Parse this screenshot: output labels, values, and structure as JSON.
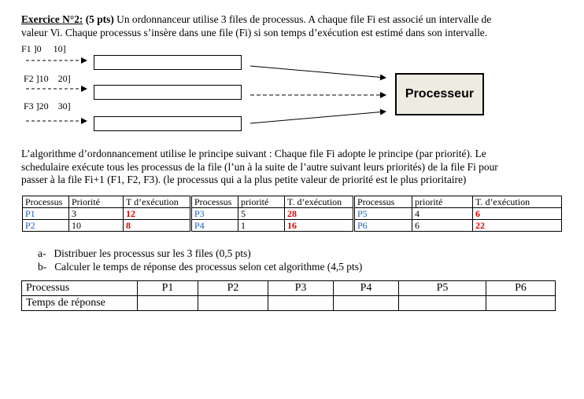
{
  "exercise": {
    "title": "Exercice N°2:",
    "points": "(5 pts)",
    "intro_line1": "Un ordonnanceur  utilise 3 files de processus. A chaque file Fi est associé un intervalle de",
    "intro_line2": "valeur Vi. Chaque  processus s’insère dans une file  (Fi) si son temps d’exécution est estimé dans son intervalle."
  },
  "queues": [
    {
      "label": "F1 ]0     10]"
    },
    {
      "label": "F2 ]10    20]"
    },
    {
      "label": "F3 ]20    30]"
    }
  ],
  "processor_label": "Processeur",
  "algorithm": {
    "line1": "L’algorithme d’ordonnancement utilise le principe suivant : Chaque file Fi adopte le principe (par priorité). Le",
    "line2": "schedulaire exécute tous les processus de la file (l’un à la suite de l’autre suivant leurs priorités) de la file Fi pour",
    "line3": "passer à la file Fi+1 (F1, F2, F3). (le processus qui a la plus petite valeur de priorité est le plus prioritaire)"
  },
  "process_table": {
    "headers": [
      "Processus",
      "Priorité",
      "T d’exécution",
      "Processus",
      "priorité",
      "T. d’exécution",
      "Processus",
      "priorité",
      "T. d’exécution"
    ],
    "rows": [
      [
        "P1",
        "3",
        "12",
        "P3",
        "5",
        "28",
        "P5",
        "4",
        "6"
      ],
      [
        "P2",
        "10",
        "8",
        "P4",
        "1",
        "16",
        "P6",
        "6",
        "22"
      ]
    ]
  },
  "questions": [
    "a-   Distribuer les processus sur les 3 files (0,5 pts)",
    "b-   Calculer le temps de réponse des processus selon cet algorithme (4,5 pts)"
  ],
  "response_table": {
    "header": [
      "Processus",
      "P1",
      "P2",
      "P3",
      "P4",
      "P5",
      "P6"
    ],
    "row_label": "Temps de réponse"
  },
  "colors": {
    "process_name": "#1f5fbf",
    "exec_time": "#e00000",
    "processor_fill": "#eeece1"
  }
}
